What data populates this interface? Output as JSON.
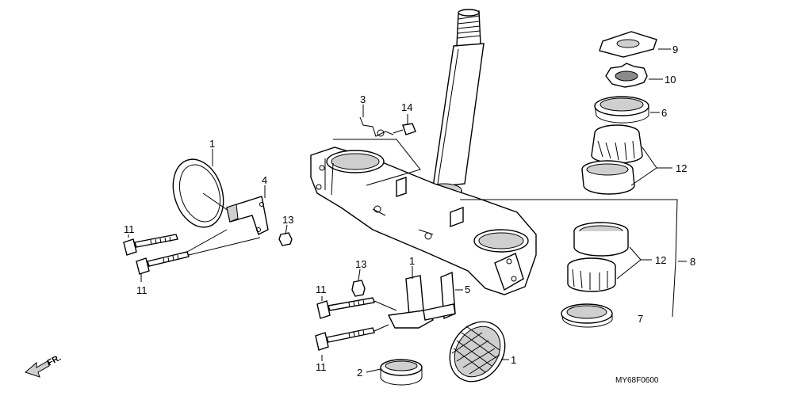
{
  "labels": {
    "p1_left": "1",
    "p1_mid": "1",
    "p1_lamp": "1",
    "p2": "2",
    "p3": "3",
    "p4": "4",
    "p5": "5",
    "p6": "6",
    "p7": "7",
    "p8": "8",
    "p9": "9",
    "p10": "10",
    "p11_a": "11",
    "p11_b": "11",
    "p11_c": "11",
    "p11_d": "11",
    "p12_a": "12",
    "p12_b": "12",
    "p13_a": "13",
    "p13_b": "13",
    "p14": "14"
  },
  "diagram_code": "MY68F0600",
  "direction": "FR."
}
